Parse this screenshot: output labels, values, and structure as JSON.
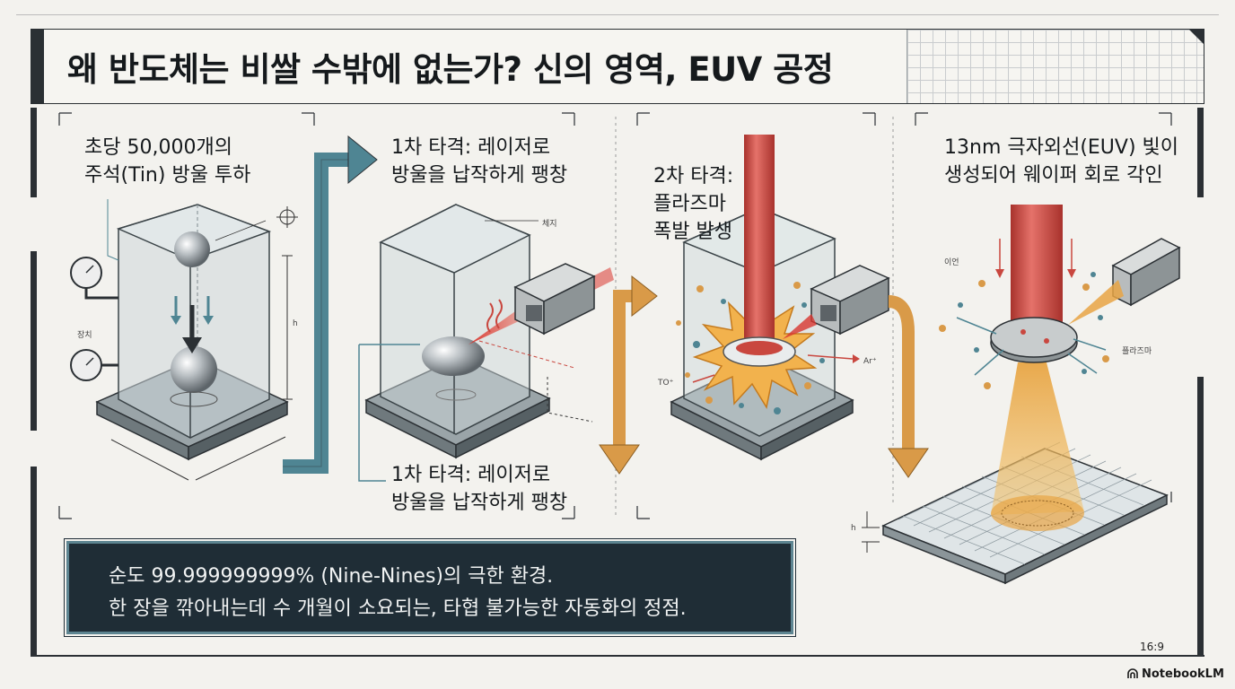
{
  "title": "왜 반도체는 비쌀 수밖에 없는가? 신의 영역, EUV 공정",
  "steps": [
    {
      "caption_line1": "초당 50,000개의",
      "caption_line2": "주석(Tin) 방울 투하"
    },
    {
      "caption_line1": "1차 타격: 레이저로",
      "caption_line2": "방울을 납작하게 팽창"
    },
    {
      "caption_line1": "2차 타격:",
      "caption_line2": "플라즈마",
      "caption_line3": "폭발 발생"
    },
    {
      "caption_line1": "13nm 극자외선(EUV) 빛이",
      "caption_line2": "생성되어 웨이퍼 회로 각인"
    }
  ],
  "bottom_caption": {
    "line1": "1차 타격: 레이저로",
    "line2": "방울을 납작하게 팽창"
  },
  "small_labels": {
    "device": "장치",
    "h": "h",
    "droplet": "체지",
    "ion": "이언",
    "plasma": "플라즈마",
    "ar": "Ar⁺",
    "tin_ion": "TO⁺"
  },
  "info": {
    "line1": "순도 99.999999999% (Nine-Nines)의 극한 환경.",
    "line2": "한 장을 깎아내는데 수 개월이 소요되는, 타협 불가능한 자동화의 정점."
  },
  "aspect_ratio": "16:9",
  "brand": "NotebookLM",
  "colors": {
    "background": "#f3f2ee",
    "frame": "#2b3034",
    "teal_arrow": "#4f8593",
    "orange_arrow": "#d99a48",
    "laser_red": "#c9473f",
    "info_bg": "#1f2d36"
  }
}
